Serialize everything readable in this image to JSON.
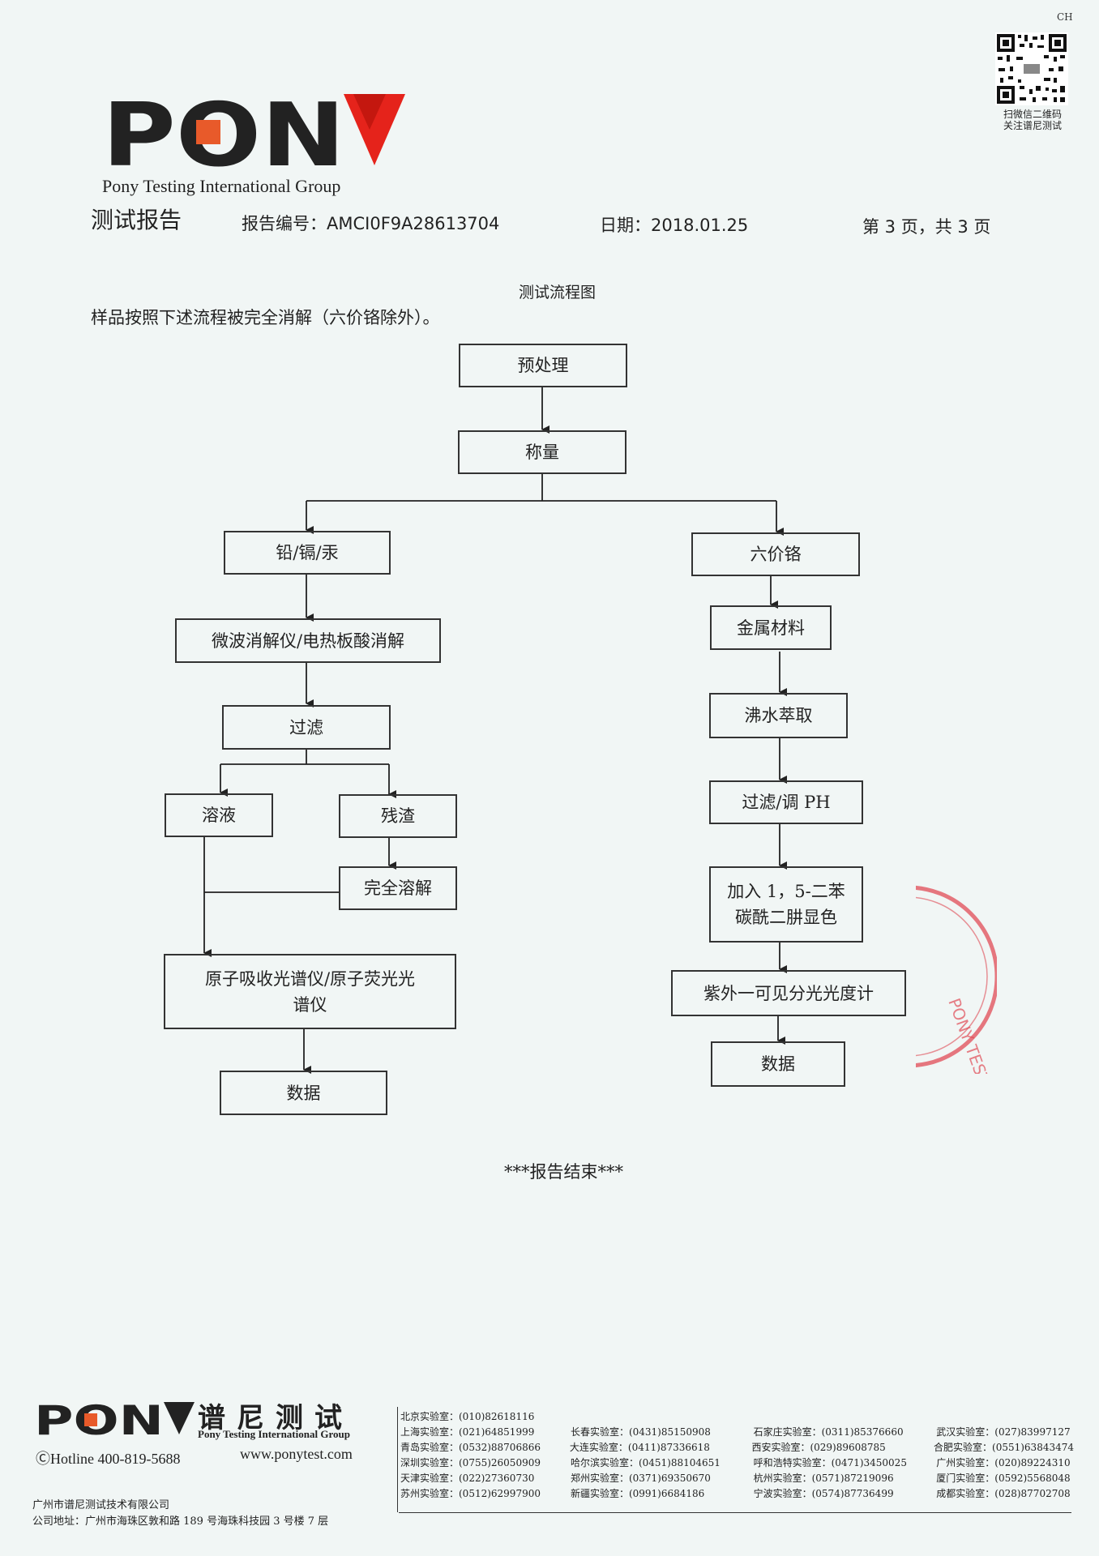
{
  "corner_code": "CH",
  "qr_caption": [
    "扫微信二维码",
    "关注谱尼测试"
  ],
  "logo": {
    "text": "PONY",
    "group_name": "Pony Testing International Group",
    "accent_color": "#e5231b"
  },
  "header": {
    "doc_title": "测试报告",
    "report_no": "报告编号：AMCI0F9A28613704",
    "date": "日期：2018.01.25",
    "page": "第 3 页，共 3 页"
  },
  "flowchart": {
    "title": "测试流程图",
    "intro": "样品按照下述流程被完全消解（六价铬除外）。",
    "nodes": {
      "pretreat": "预处理",
      "weigh": "称量",
      "pb_cd_hg": "铅/镉/汞",
      "microwave": "微波消解仪/电热板酸消解",
      "filter_left": "过滤",
      "solution": "溶液",
      "residue": "残渣",
      "full_dissolve": "完全溶解",
      "aas_line1": "原子吸收光谱仪/原子荧光光",
      "aas_line2": "谱仪",
      "data_left": "数据",
      "cr6": "六价铬",
      "metal": "金属材料",
      "boil": "沸水萃取",
      "filter_ph": "过滤/调 PH",
      "add_line1": "加入 1，5-二苯",
      "add_line2": "碳酰二肼显色",
      "uv": "紫外一可见分光光度计",
      "data_right": "数据"
    }
  },
  "end_text": "***报告结束***",
  "footer": {
    "logo_text": "PONY",
    "cn_name": "谱尼测试",
    "en_name": "Pony Testing International Group",
    "hotline": "ⒸHotline 400-819-5688",
    "website": "www.ponytest.com",
    "company": "广州市谱尼测试技术有限公司",
    "address": "公司地址：广州市海珠区敦和路 189 号海珠科技园 3 号楼 7 层",
    "labs": [
      [
        "北京实验室：(010)82618116",
        "",
        "",
        ""
      ],
      [
        "上海实验室：(021)64851999",
        "长春实验室：(0431)85150908",
        "石家庄实验室：(0311)85376660",
        "武汉实验室：(027)83997127"
      ],
      [
        "青岛实验室：(0532)88706866",
        "大连实验室：(0411)87336618",
        "西安实验室：(029)89608785",
        "合肥实验室：(0551)63843474"
      ],
      [
        "深圳实验室：(0755)26050909",
        "哈尔滨实验室：(0451)88104651",
        "呼和浩特实验室：(0471)3450025",
        "广州实验室：(020)89224310"
      ],
      [
        "天津实验室：(022)27360730",
        "郑州实验室：(0371)69350670",
        "杭州实验室：(0571)87219096",
        "厦门实验室：(0592)5568048"
      ],
      [
        "苏州实验室：(0512)62997900",
        "新疆实验室：(0991)6684186",
        "宁波实验室：(0574)87736499",
        "成都实验室：(028)87702708"
      ]
    ]
  }
}
